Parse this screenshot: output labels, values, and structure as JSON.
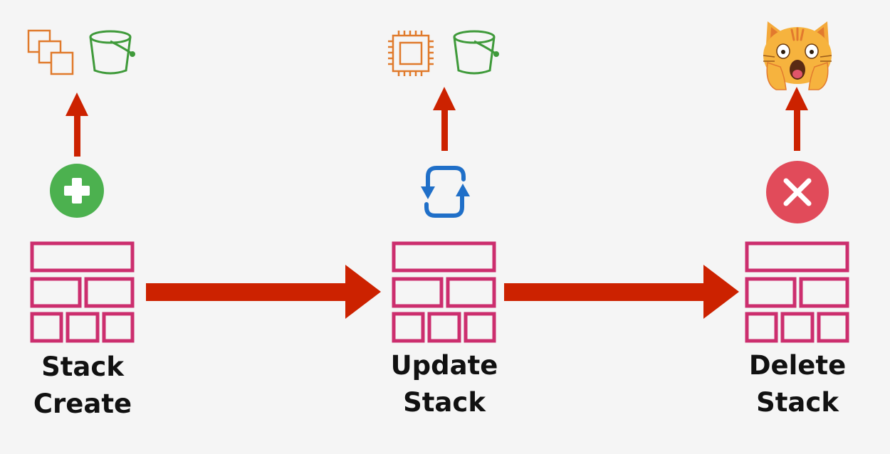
{
  "colors": {
    "background": "#f5f5f5",
    "arrow": "#cc2200",
    "stack": "#cc2e6e",
    "create": "#4cb14f",
    "update": "#1f6fc8",
    "delete": "#e14b5a",
    "compute": "#e07a2b",
    "storage": "#3f9a3a"
  },
  "stages": [
    {
      "id": "create",
      "label_line1": "Stack",
      "label_line2": "Create",
      "action_icon": "plus-circle-icon",
      "resources": [
        "stacked-squares-icon",
        "bucket-icon"
      ]
    },
    {
      "id": "update",
      "label_line1": "Update",
      "label_line2": "Stack",
      "action_icon": "refresh-icon",
      "resources": [
        "chip-icon",
        "bucket-icon"
      ]
    },
    {
      "id": "delete",
      "label_line1": "Delete",
      "label_line2": "Stack",
      "action_icon": "x-circle-icon",
      "resources": [
        "screaming-cat-emoji"
      ]
    }
  ]
}
